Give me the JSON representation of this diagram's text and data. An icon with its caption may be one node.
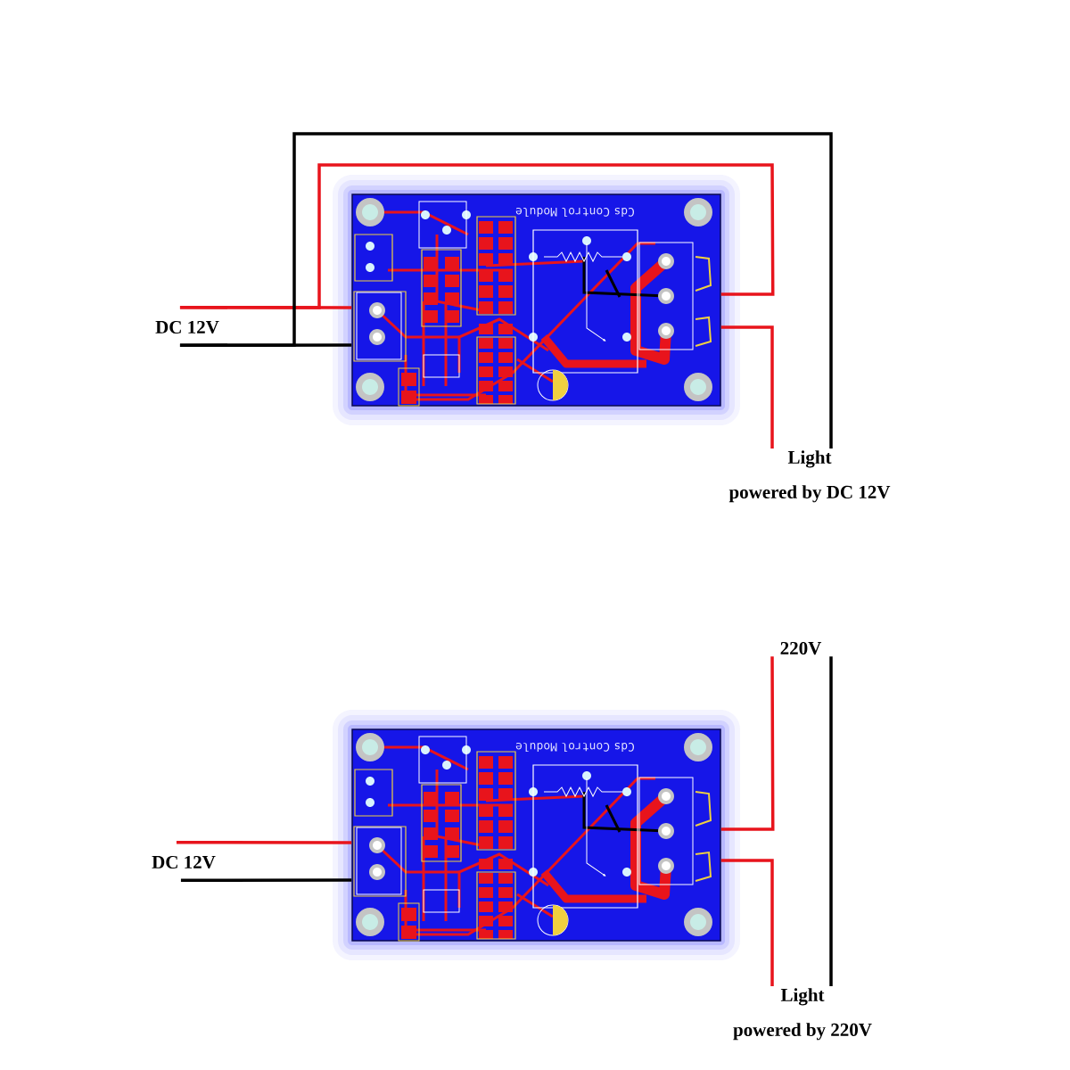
{
  "diagram": {
    "nodes": [
      {
        "text": [
          "Cds Control Module"
        ]
      },
      {
        "text": [
          "DC 12V"
        ]
      },
      {
        "text": [
          "Light",
          "powered by DC 12V"
        ]
      },
      {
        "text": [
          "Cds Control Module"
        ]
      },
      {
        "text": [
          "DC 12V"
        ]
      },
      {
        "text": [
          "220V"
        ]
      },
      {
        "text": [
          "Light",
          "powered by 220V"
        ]
      }
    ],
    "edges": [
      {
        "from": 1,
        "to": 0,
        "arrow": "none"
      },
      {
        "from": 1,
        "to": 0,
        "arrow": "none",
        "color": "#000000"
      },
      {
        "from": 1,
        "to": 0,
        "arrow": "none"
      },
      {
        "from": 0,
        "to": 2,
        "arrow": "none"
      },
      {
        "from": 1,
        "to": 2,
        "arrow": "none",
        "color": "#000000"
      },
      {
        "from": 4,
        "to": 3,
        "arrow": "none"
      },
      {
        "from": 4,
        "to": 3,
        "arrow": "none",
        "color": "#000000"
      },
      {
        "from": 5,
        "to": 3,
        "arrow": "none"
      },
      {
        "from": 3,
        "to": 6,
        "arrow": "none"
      },
      {
        "from": 5,
        "to": 6,
        "arrow": "none",
        "color": "#000000"
      }
    ]
  }
}
